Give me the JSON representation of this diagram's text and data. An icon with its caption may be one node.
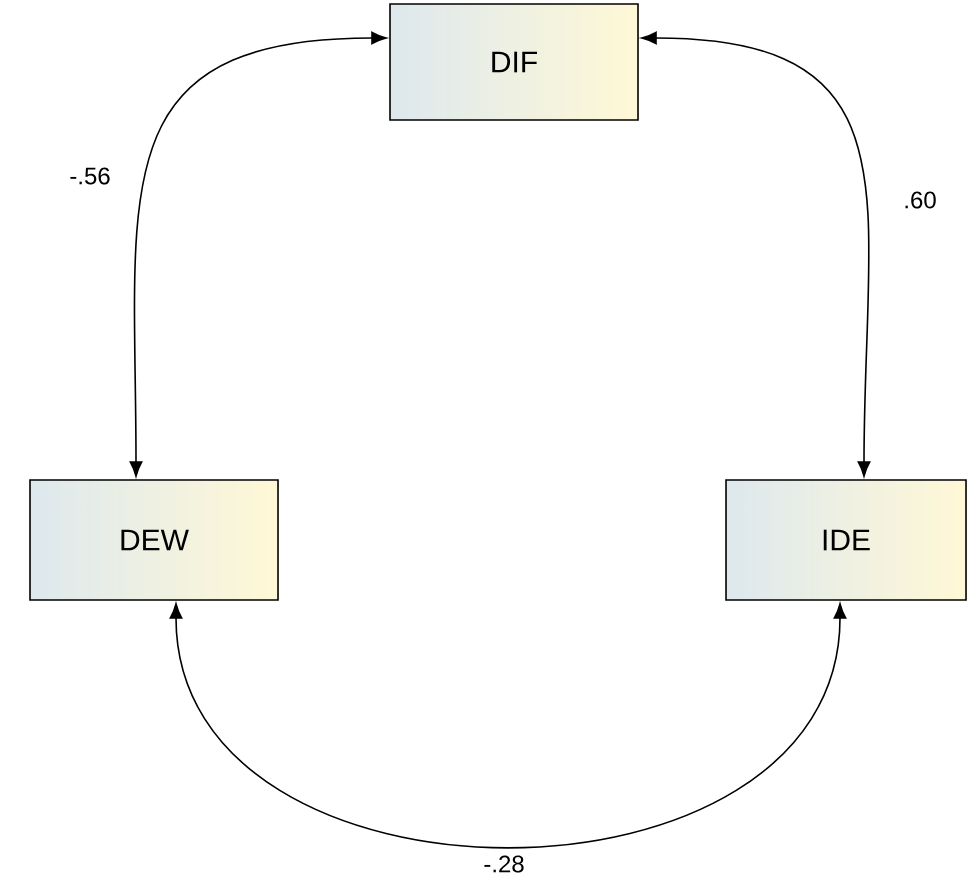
{
  "diagram": {
    "nodes": [
      {
        "text": [
          "DIF"
        ]
      },
      {
        "text": [
          "DEW"
        ]
      },
      {
        "text": [
          "IDE"
        ]
      }
    ],
    "edges": [
      {
        "from": 0,
        "to": 1,
        "arrow": "both",
        "label": "-.56"
      },
      {
        "from": 0,
        "to": 2,
        "arrow": "both",
        "label": ".60"
      },
      {
        "from": 1,
        "to": 2,
        "arrow": "both",
        "label": "-.28"
      }
    ]
  }
}
